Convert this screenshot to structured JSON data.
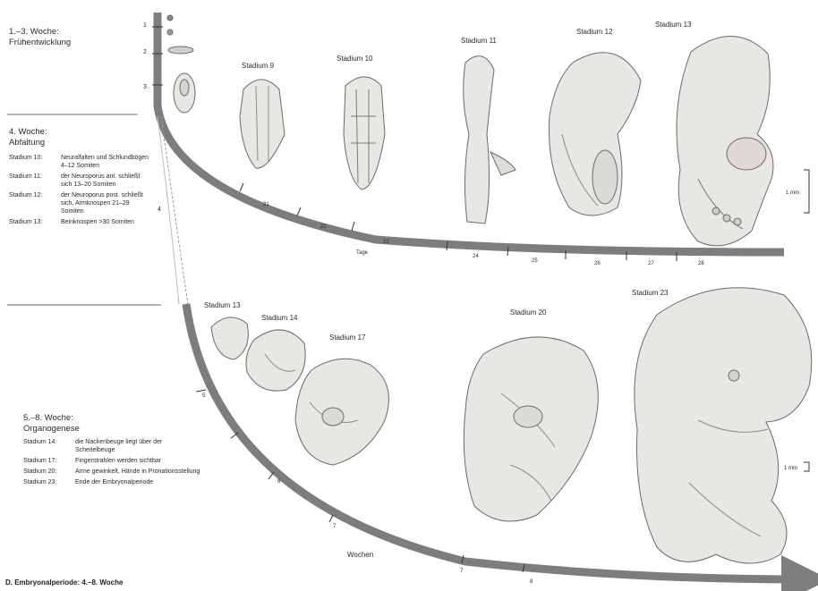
{
  "caption": "D. Embryonalperiode: 4.–8. Woche",
  "phase1": {
    "title_l1": "1.–3. Woche:",
    "title_l2": "Frühentwicklung"
  },
  "phase2": {
    "title_l1": "4. Woche:",
    "title_l2": "Abfaltung",
    "rows": [
      {
        "stage": "Stadium 10:",
        "desc": "Neuralfalten und Schlundbögen 4–12 Somiten"
      },
      {
        "stage": "Stadium 11:",
        "desc": "der Neuroporus ant. schließt sich 13–20 Somiten"
      },
      {
        "stage": "Stadium 12:",
        "desc": "der Neuroporus post. schließt sich, Armknospen 21–29 Somiten"
      },
      {
        "stage": "Stadium 13:",
        "desc": "Beinknospen >30 Somiten"
      }
    ]
  },
  "phase3": {
    "title_l1": "5.–8. Woche:",
    "title_l2": "Organogenese",
    "rows": [
      {
        "stage": "Stadium 14:",
        "desc": "die Nackenbeuge liegt über der Scheitelbeuge"
      },
      {
        "stage": "Stadium 17:",
        "desc": "Fingerstrahlen werden sichtbar"
      },
      {
        "stage": "Stadium 20:",
        "desc": "Arme gewinkelt, Hände in Pronationsstellung"
      },
      {
        "stage": "Stadium 23:",
        "desc": "Ende der Embryonalperiode"
      }
    ]
  },
  "top_stage_labels": [
    "Stadium 9",
    "Stadium 10",
    "Stadium 11",
    "Stadium 12",
    "Stadium 13"
  ],
  "bottom_stage_labels": [
    "Stadium 13",
    "Stadium 14",
    "Stadium 17",
    "Stadium 20",
    "Stadium 23"
  ],
  "week_ticks_top": [
    "1",
    "2",
    "3"
  ],
  "week_tick_4": "4",
  "day_ticks": [
    "21",
    "22",
    "23",
    "24",
    "25",
    "26",
    "27",
    "28"
  ],
  "days_unit": "Tage",
  "week_ticks_bottom": [
    "5",
    "6",
    "7",
    "7",
    "8"
  ],
  "weeks_unit": "Wochen",
  "scale_top": "1 mm",
  "scale_bottom": "1 mm",
  "colors": {
    "arc": "#7d7d7d",
    "line": "#555555",
    "embryo_fill": "#e9e7e4",
    "embryo_stroke": "#6a6a6a"
  }
}
